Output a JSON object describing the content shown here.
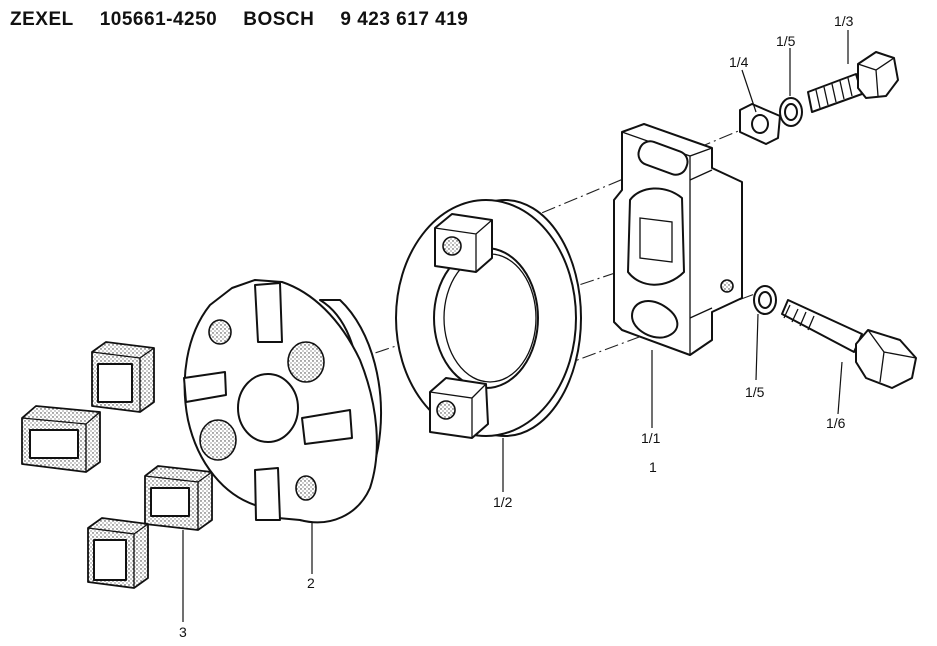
{
  "header": {
    "maker1": "ZEXEL",
    "code1": "105661-4250",
    "maker2": "BOSCH",
    "code2": "9 423 617 419"
  },
  "labels": {
    "part_1_3": "1/3",
    "part_1_5_top": "1/5",
    "part_1_4": "1/4",
    "part_1_5_bottom": "1/5",
    "part_1_6": "1/6",
    "part_1_1": "1/1",
    "part_1": "1",
    "part_1_2": "1/2",
    "part_2": "2",
    "part_3": "3"
  }
}
